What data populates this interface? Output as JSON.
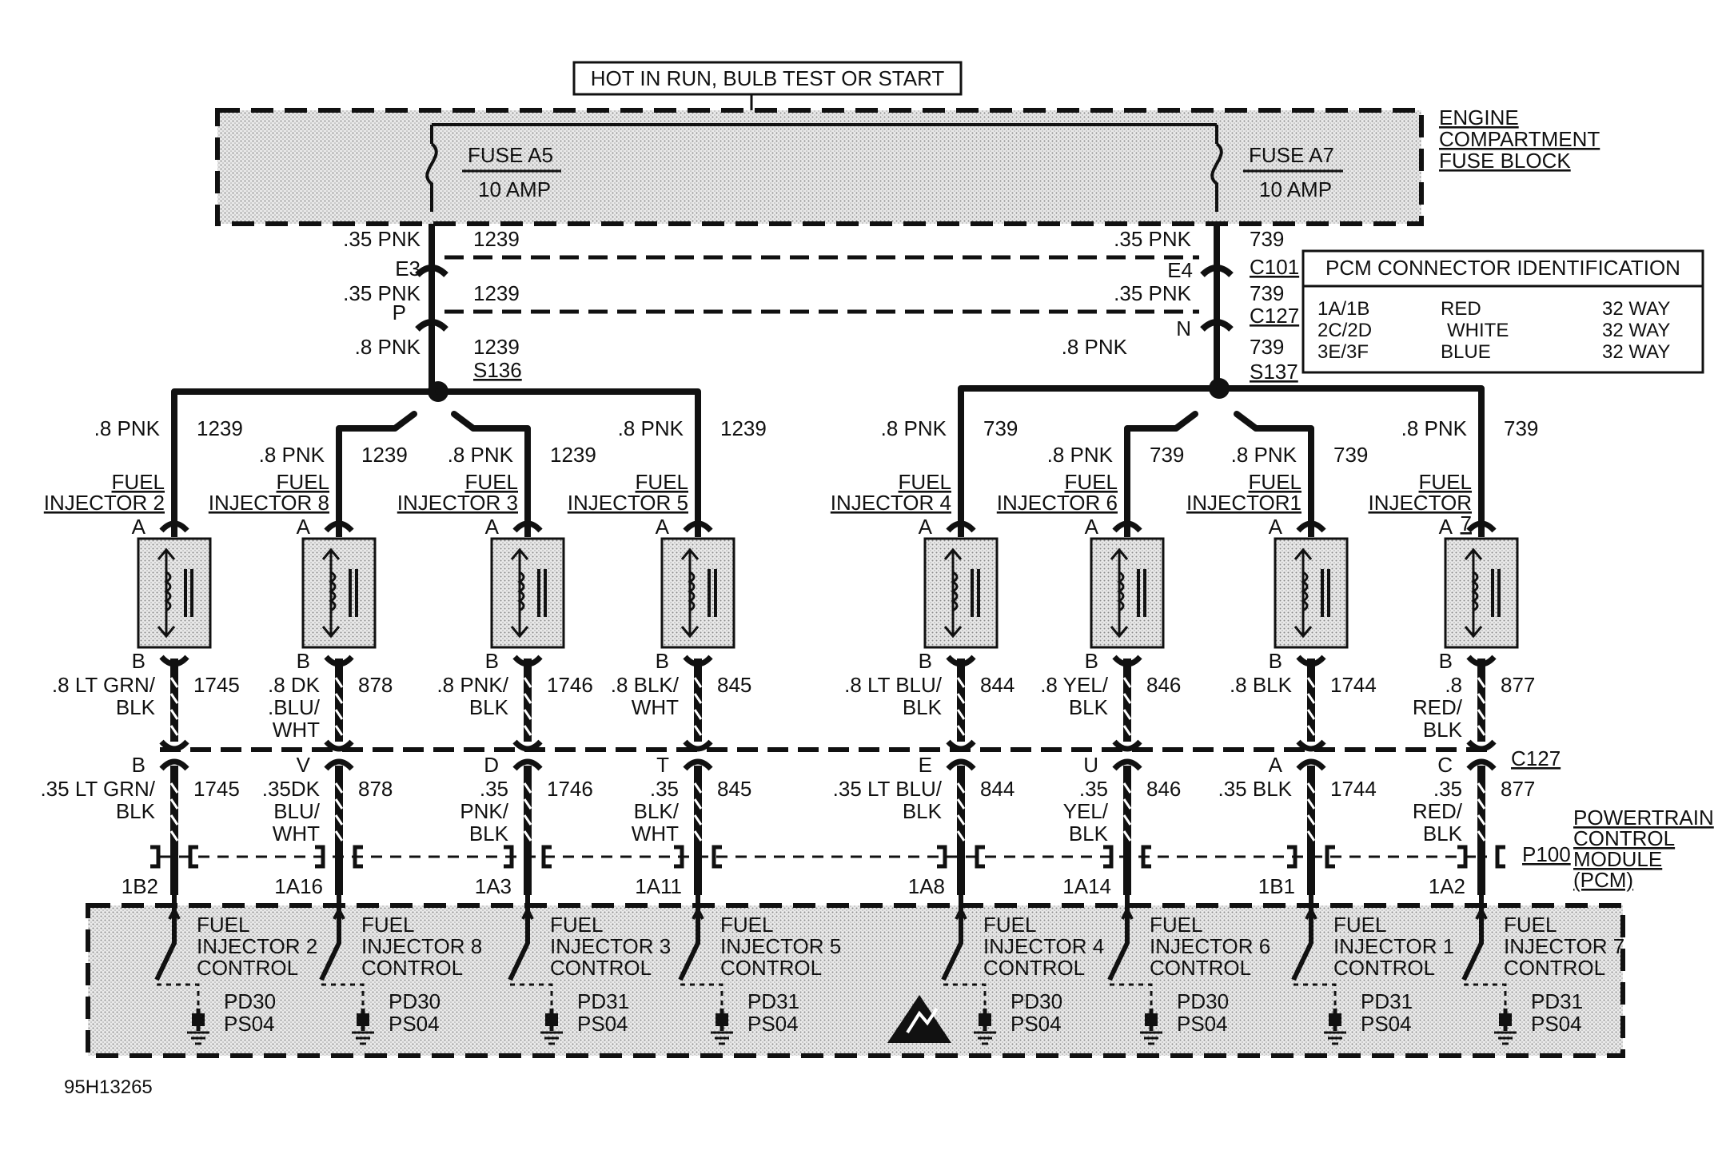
{
  "header": {
    "supply_label": "HOT IN RUN,  BULB TEST OR START"
  },
  "fuse_block": {
    "name": "ENGINE COMPARTMENT FUSE BLOCK",
    "lines": [
      "ENGINE",
      "COMPARTMENT",
      "FUSE BLOCK"
    ],
    "fuses": [
      {
        "name": "FUSE A5",
        "rating": "10 AMP"
      },
      {
        "name": "FUSE A7",
        "rating": "10 AMP"
      }
    ]
  },
  "feeds": [
    {
      "segments": [
        {
          "wire": ".35 PNK",
          "circuit": "1239",
          "pin": "E3"
        },
        {
          "wire": ".35 PNK",
          "circuit": "1239",
          "pin": "P"
        },
        {
          "wire": ".8 PNK",
          "circuit": "1239",
          "splice": "S136"
        }
      ]
    },
    {
      "segments": [
        {
          "wire": ".35 PNK",
          "circuit": "739",
          "pin": "E4",
          "connector": "C101"
        },
        {
          "wire": ".35 PNK",
          "circuit": "739",
          "pin": "N",
          "connector": "C127"
        },
        {
          "wire": ".8 PNK",
          "circuit": "739",
          "splice": "S137"
        }
      ]
    }
  ],
  "pcm_connector_id": {
    "title": "PCM CONNECTOR IDENTIFICATION",
    "rows": [
      {
        "conn": "1A/1B",
        "color": "RED",
        "size": "32 WAY"
      },
      {
        "conn": "2C/2D",
        "color": "WHITE",
        "size": "32 WAY"
      },
      {
        "conn": "3E/3F",
        "color": "BLUE",
        "size": "32 WAY"
      }
    ]
  },
  "injectors": [
    {
      "name": [
        "FUEL",
        "INJECTOR 2"
      ],
      "feed_wire": ".8 PNK",
      "feed_circuit": "1239",
      "pin_a": "A",
      "pin_b": "B",
      "out_wire": [
        ".8 LT GRN/",
        "BLK"
      ],
      "out_circuit": "1745",
      "c127_pin": "B",
      "pcm_wire": [
        ".35 LT GRN/",
        "BLK"
      ],
      "pcm_circuit": "1745",
      "pcm_pin": "1B2",
      "control": [
        "FUEL",
        "INJECTOR 2",
        "CONTROL"
      ],
      "codes": [
        "PD30",
        "PS04"
      ]
    },
    {
      "name": [
        "FUEL",
        "INJECTOR 8"
      ],
      "feed_wire": ".8 PNK",
      "feed_circuit": "1239",
      "pin_a": "A",
      "pin_b": "B",
      "out_wire": [
        ".8 DK",
        ".BLU/",
        "WHT"
      ],
      "out_circuit": "878",
      "c127_pin": "V",
      "pcm_wire": [
        ".35DK",
        "BLU/",
        "WHT"
      ],
      "pcm_circuit": "878",
      "pcm_pin": "1A16",
      "control": [
        "FUEL",
        "INJECTOR 8",
        "CONTROL"
      ],
      "codes": [
        "PD30",
        "PS04"
      ]
    },
    {
      "name": [
        "FUEL",
        "INJECTOR 3"
      ],
      "feed_wire": ".8 PNK",
      "feed_circuit": "1239",
      "pin_a": "A",
      "pin_b": "B",
      "out_wire": [
        ".8 PNK/",
        "BLK"
      ],
      "out_circuit": "1746",
      "c127_pin": "D",
      "pcm_wire": [
        ".35",
        "PNK/",
        "BLK"
      ],
      "pcm_circuit": "1746",
      "pcm_pin": "1A3",
      "control": [
        "FUEL",
        "INJECTOR 3",
        "CONTROL"
      ],
      "codes": [
        "PD31",
        "PS04"
      ]
    },
    {
      "name": [
        "FUEL",
        "INJECTOR 5"
      ],
      "feed_wire": ".8 PNK",
      "feed_circuit": "1239",
      "pin_a": "A",
      "pin_b": "B",
      "out_wire": [
        ".8 BLK/",
        "WHT"
      ],
      "out_circuit": "845",
      "c127_pin": "T",
      "pcm_wire": [
        ".35",
        "BLK/",
        "WHT"
      ],
      "pcm_circuit": "845",
      "pcm_pin": "1A11",
      "control": [
        "FUEL",
        "INJECTOR 5",
        "CONTROL"
      ],
      "codes": [
        "PD31",
        "PS04"
      ]
    },
    {
      "name": [
        "FUEL",
        "INJECTOR 4"
      ],
      "feed_wire": ".8 PNK",
      "feed_circuit": "739",
      "pin_a": "A",
      "pin_b": "B",
      "out_wire": [
        ".8 LT BLU/",
        "BLK"
      ],
      "out_circuit": "844",
      "c127_pin": "E",
      "pcm_wire": [
        ".35 LT BLU/",
        "BLK"
      ],
      "pcm_circuit": "844",
      "pcm_pin": "1A8",
      "control": [
        "FUEL",
        "INJECTOR 4",
        "CONTROL"
      ],
      "codes": [
        "PD30",
        "PS04"
      ]
    },
    {
      "name": [
        "FUEL",
        "INJECTOR 6"
      ],
      "feed_wire": ".8 PNK",
      "feed_circuit": "739",
      "pin_a": "A",
      "pin_b": "B",
      "out_wire": [
        ".8 YEL/",
        "BLK"
      ],
      "out_circuit": "846",
      "c127_pin": "U",
      "pcm_wire": [
        ".35",
        "YEL/",
        "BLK"
      ],
      "pcm_circuit": "846",
      "pcm_pin": "1A14",
      "control": [
        "FUEL",
        "INJECTOR 6",
        "CONTROL"
      ],
      "codes": [
        "PD30",
        "PS04"
      ]
    },
    {
      "name": [
        "FUEL",
        "INJECTOR1"
      ],
      "feed_wire": ".8 PNK",
      "feed_circuit": "739",
      "pin_a": "A",
      "pin_b": "B",
      "out_wire": [
        ".8 BLK"
      ],
      "out_circuit": "1744",
      "c127_pin": "A",
      "pcm_wire": [
        ".35 BLK"
      ],
      "pcm_circuit": "1744",
      "pcm_pin": "1B1",
      "control": [
        "FUEL",
        "INJECTOR 1",
        "CONTROL"
      ],
      "codes": [
        "PD31",
        "PS04"
      ]
    },
    {
      "name": [
        "FUEL",
        "INJECTOR",
        "7"
      ],
      "feed_wire": ".8 PNK",
      "feed_circuit": "739",
      "pin_a": "A",
      "pin_b": "B",
      "out_wire": [
        ".8",
        "RED/",
        "BLK"
      ],
      "out_circuit": "877",
      "c127_pin": "C",
      "pcm_wire": [
        ".35",
        "RED/",
        "BLK"
      ],
      "pcm_circuit": "877",
      "pcm_pin": "1A2",
      "control": [
        "FUEL",
        "INJECTOR 7",
        "CONTROL"
      ],
      "codes": [
        "PD31",
        "PS04"
      ]
    }
  ],
  "connector_c127": "C127",
  "pcm": {
    "connector": "P100",
    "lines": [
      "POWERTRAIN",
      "CONTROL",
      "MODULE",
      "(PCM)"
    ]
  },
  "figure_id": "95H13265"
}
